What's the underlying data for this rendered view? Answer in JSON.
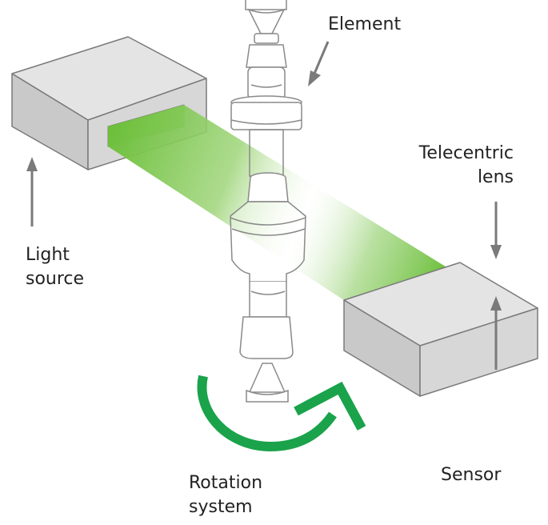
{
  "labels": {
    "element": "Element",
    "telecentric_lens": [
      "Telecentric",
      "lens"
    ],
    "light_source": [
      "Light",
      "source"
    ],
    "rotation_system": [
      "Rotation",
      "system"
    ],
    "sensor": "Sensor"
  },
  "colors": {
    "box_fill": "#d7d7d7",
    "box_side": "#c9c9c9",
    "box_top": "#e4e4e4",
    "outline": "#7a7a7a",
    "arrow": "#7a7a7a",
    "beam": "#6cbf3a",
    "rotation_arrow": "#1aa34a"
  }
}
